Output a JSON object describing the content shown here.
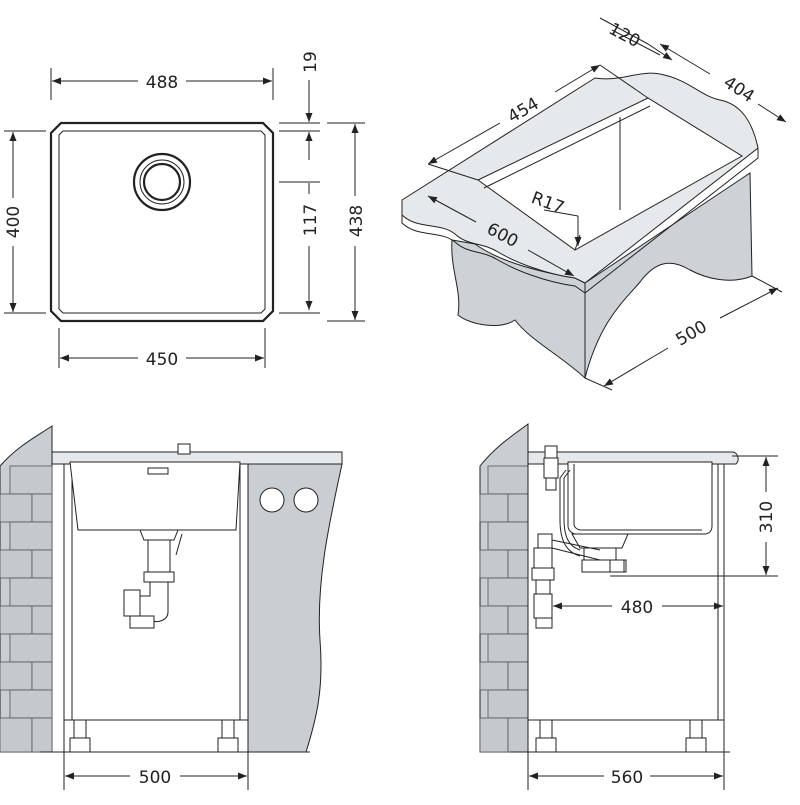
{
  "top_view": {
    "outer_width": "488",
    "inner_width": "450",
    "inner_height": "400",
    "rim": "19",
    "drain_offset": "117",
    "outer_height": "438"
  },
  "iso_view": {
    "flange": "120",
    "bowl_length": "454",
    "bowl_width": "404",
    "corner_radius": "R17",
    "cabinet_width": "600",
    "cabinet_depth": "500"
  },
  "front_view": {
    "cabinet_width": "500"
  },
  "side_view": {
    "depth": "310",
    "drain_distance": "480",
    "cabinet_depth": "560"
  },
  "colors": {
    "line": "#222222",
    "shade": "#cdd2d6",
    "background": "#ffffff"
  }
}
